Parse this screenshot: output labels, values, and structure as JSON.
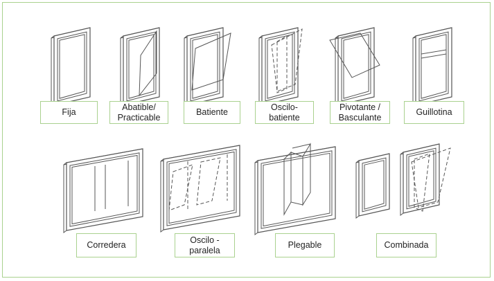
{
  "colors": {
    "label_border": "#a9d18e",
    "line": "#555555"
  },
  "windows": [
    {
      "id": "fija",
      "label": "Fija"
    },
    {
      "id": "abatible",
      "label": "Abatible/\nPracticable"
    },
    {
      "id": "batiente",
      "label": "Batiente"
    },
    {
      "id": "oscilobatiente",
      "label": "Oscilo-\nbatiente"
    },
    {
      "id": "pivotante",
      "label": "Pivotante /\nBasculante"
    },
    {
      "id": "guillotina",
      "label": "Guillotina"
    },
    {
      "id": "corredera",
      "label": "Corredera"
    },
    {
      "id": "osciloparalela",
      "label": "Oscilo -\nparalela"
    },
    {
      "id": "plegable",
      "label": "Plegable"
    },
    {
      "id": "combinada",
      "label": "Combinada"
    }
  ]
}
